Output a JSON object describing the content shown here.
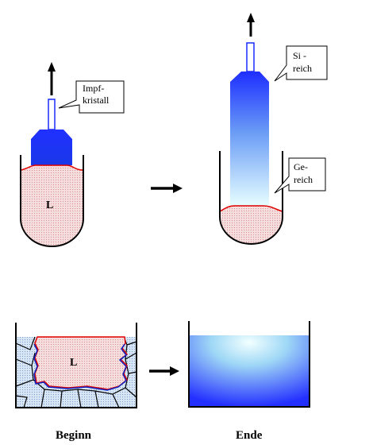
{
  "top_left": {
    "liquid_label": "L",
    "callout": [
      "Impf-",
      "kristall"
    ]
  },
  "top_right": {
    "callout_top": [
      "Si -",
      "reich"
    ],
    "callout_bottom": [
      "Ge-",
      "reich"
    ]
  },
  "bottom_left": {
    "liquid_label": "L",
    "caption": "Beginn"
  },
  "bottom_right": {
    "caption": "Ende"
  },
  "colors": {
    "melt_fill": "#f4d4d4",
    "melt_border": "#e00000",
    "crystal_dark": "#1a2cff",
    "crystal_light": "#e8ffff",
    "grain_fill": "#c8dcf0",
    "grain_border": "#1020c0"
  }
}
